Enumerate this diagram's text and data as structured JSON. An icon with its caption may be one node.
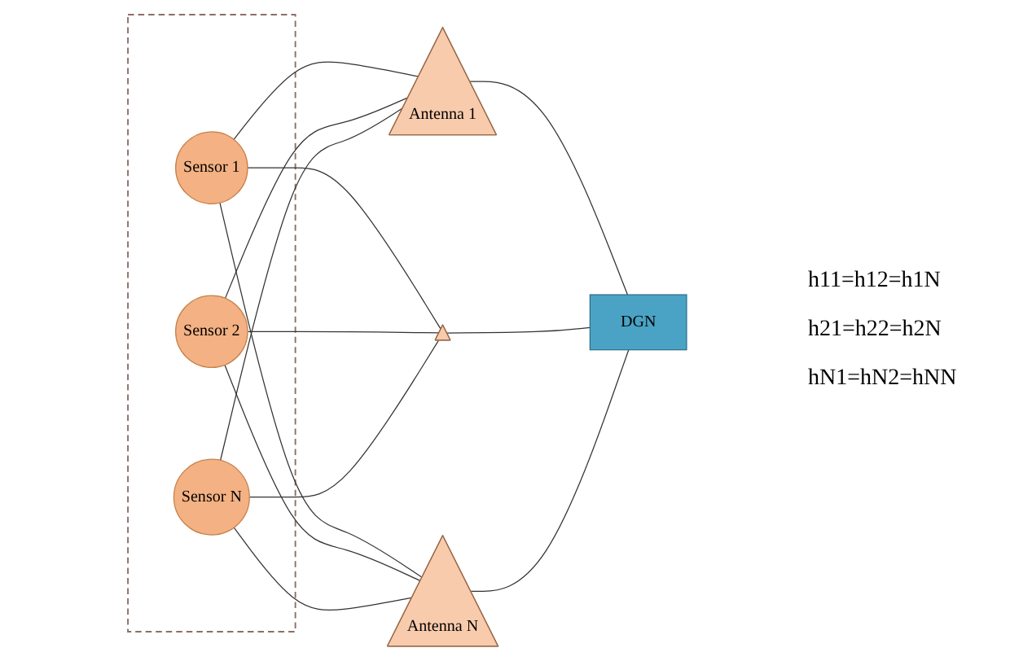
{
  "diagram": {
    "nodes": [
      {
        "text": [],
        "shape": "box"
      },
      {
        "text": [
          "Sensor 1"
        ],
        "in": 0
      },
      {
        "text": [
          "Sensor 2"
        ],
        "in": 0
      },
      {
        "text": [
          "Sensor N"
        ],
        "in": 0
      },
      {
        "text": [
          "Antenna 1"
        ]
      },
      {
        "text": [],
        "shape": "triangle"
      },
      {
        "text": [
          "Antenna N"
        ]
      },
      {
        "text": [
          "DGN"
        ]
      }
    ],
    "edges": [
      {
        "from": 1,
        "to": 4,
        "arrow": "none"
      },
      {
        "from": 1,
        "to": 5,
        "arrow": "none"
      },
      {
        "from": 1,
        "to": 6,
        "arrow": "none"
      },
      {
        "from": 2,
        "to": 4,
        "arrow": "none"
      },
      {
        "from": 2,
        "to": 5,
        "arrow": "none"
      },
      {
        "from": 2,
        "to": 6,
        "arrow": "none"
      },
      {
        "from": 3,
        "to": 4,
        "arrow": "none"
      },
      {
        "from": 3,
        "to": 5,
        "arrow": "none"
      },
      {
        "from": 3,
        "to": 6,
        "arrow": "none"
      },
      {
        "from": 4,
        "to": 7,
        "arrow": "none"
      },
      {
        "from": 5,
        "to": 7,
        "arrow": "none"
      },
      {
        "from": 6,
        "to": 7,
        "arrow": "none"
      }
    ],
    "labels": [
      "h11=h12=h1N",
      "h21=h22=h2N",
      "hN1=hN2=hNN"
    ]
  }
}
